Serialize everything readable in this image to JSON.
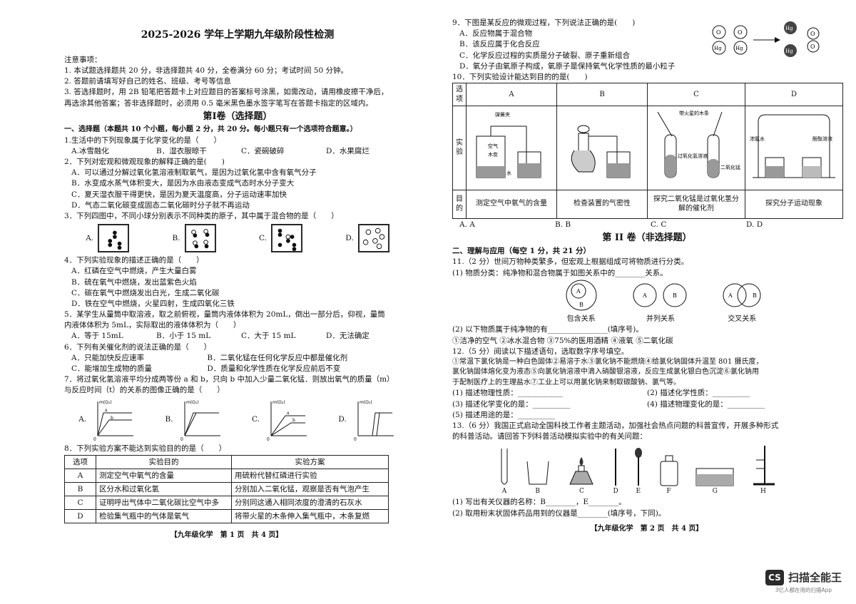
{
  "left": {
    "title": "2025-2026 学年上学期九年级阶段性检测",
    "notes_head": "注意事项：",
    "notes": [
      "1. 本试题选择题共 20 分，非选择题共 40 分，全卷满分 60 分；考试时间 50 分钟。",
      "2. 答题前请填写好自己的姓名、班级、考号等信息",
      "3. 答选择题时，用 2B 铅笔把答题卡上对应题目的答案标号涂黑，如需改动，请用橡皮擦干净后，",
      "再选涂其他答案；答非选择题时，必须用 0.5 毫米黑色墨水签字笔写在答题卡指定的区域内。"
    ],
    "part1": "第Ⅰ卷（选择题）",
    "sec1": "一、选择题（本题共 10 个小题，每小题 2 分，共 20 分。每小题只有一个选项符合题意。）",
    "q1": {
      "stem": "1.生活中的下列现象属于化学变化的是（　　）",
      "opts": [
        "A.冰雪融化",
        "B．湿衣服晾干",
        "C．瓷碗破碎",
        "D．水果腐烂"
      ]
    },
    "q2": {
      "stem": "2．下列对宏观和微观现象的解释正确的是(　　)",
      "opts": [
        "A．可以通过分解过氧化氢溶液制取氧气，是因为过氧化氢中含有氧气分子",
        "B．水变成水蒸气体积变大，是因为水由液态变成气态时水分子变大",
        "C．夏天湿衣服干得更快，是因为夏天温度高，分子运动速率加快",
        "D．气态二氧化碳变成固态二氧化碳时分子就不再运动"
      ]
    },
    "q3": {
      "stem": "3．下列四图中，不同小球分别表示不同种类的原子，其中属于混合物的是（　　）",
      "labels": [
        "A.",
        "B.",
        "C.",
        "D."
      ]
    },
    "q4": {
      "stem": "4．下列实验现象的描述正确的是（　　）",
      "opts": [
        "A．红磷在空气中燃烧，产生大量白雾",
        "B．硫在氧气中燃烧，发出蓝紫色火焰",
        "C．碳在氧气中燃烧发出白光，生成二氧化碳",
        "D．铁在空气中燃烧，火星四射，生成四氧化三铁"
      ]
    },
    "q5": {
      "stem": "5．某学生从量筒中取溶液，取之前俯视，量筒内液体体积为 20mL，倒出一部分后，仰视，量筒",
      "stem2": "内液体体积为 5mL，实际取出的液体体积为（　　）",
      "opts": [
        "A．等于 15mL",
        "B．小于 15 mL",
        "C．大于 15 mL",
        "D．无法确定"
      ]
    },
    "q6": {
      "stem": "6．下列有关催化剂的说法正确的是（　　）",
      "opts": [
        "A．只能加快反应速率",
        "B．二氧化锰在任何化学反应中都是催化剂",
        "C．能增加生成物的质量",
        "D．质量和化学性质在化学反应前后不变"
      ]
    },
    "q7": {
      "stem": "7．将过氧化氢溶液平均分成两等份 a 和 b，只向 b 中加入少量二氧化锰．则放出氧气的质量（m）",
      "stem2": "与反应时间（t）的关系的图像正确的是（　　）",
      "labels": [
        "A.",
        "B.",
        "C.",
        "D."
      ],
      "ylabel": "m(O₂)",
      "a": "a",
      "b": "b",
      "o": "0"
    },
    "q8": {
      "stem": "8．下列实验方案不能达到实验目的的是（　　）",
      "headers": [
        "选项",
        "实验目的",
        "实验方案"
      ],
      "rows": [
        [
          "A",
          "测定空气中氧气的含量",
          "用硫粉代替红磷进行实验"
        ],
        [
          "B",
          "区分水和过氧化氢",
          "分别加入二氧化锰，观察是否有气泡产生"
        ],
        [
          "C",
          "证明呼出气体中二氧化碳比空气中多",
          "分别同这通入相同浓度的澄清的石灰水"
        ],
        [
          "D",
          "检验集气瓶中的气体是氧气",
          "将带火星的木条伸入集气瓶中，木条复燃"
        ]
      ]
    },
    "footer": "【九年级化学　第 1 页　共 4 页】"
  },
  "right": {
    "q9": {
      "stem": "9．下图是某反应的微观过程，下列说法正确的是(　　)",
      "opts": [
        "A．反应物属于混合物",
        "B．该反应属于化合反应",
        "C．化学反应过程的实质是分子破裂、原子重新组合",
        "D．氧分子由氧原子构成，氧原子是保持氧气化学性质的最小粒子"
      ],
      "atom_o": "O",
      "atom_hg": "Hg"
    },
    "q10": {
      "stem": "10．下列实验设计能达到目的的是(　　)",
      "headers": [
        "选项",
        "A",
        "B",
        "C",
        "D"
      ],
      "row_exp": "实验",
      "row_goal": "目的",
      "goals": [
        "测定空气中氧气的含量",
        "检查装置的气密性",
        "探究二氧化锰是过氧化氢分解的催化剂",
        "探究分子运动现象"
      ],
      "labels_a": [
        "弹簧夹",
        "空气",
        "木炭",
        "水"
      ],
      "labels_c": [
        "带火星的木条",
        "过氧化氢溶液",
        "二氧化锰"
      ],
      "labels_d": [
        "浓氨水",
        "酚酞溶液"
      ],
      "answers": [
        "A. A",
        "B. B",
        "C. C",
        "D. D"
      ]
    },
    "part2": "第 II 卷（非选择题）",
    "sec2": "二、理解与应用（每空 1 分，共 21 分）",
    "q11": {
      "stem": "11.（2 分）世间万物种类繁多，但宏观上根据组成可将物质进行分类。",
      "sub1": "(1) 物质分类：纯净物和混合物属于如图关系中的________关系。",
      "rel": [
        "包含关系",
        "并列关系",
        "交叉关系"
      ],
      "A": "A",
      "B": "B",
      "sub2": "(2) 以下物质属于纯净物的有________________(填序号)。",
      "items": "①洁净的空气 ②冰水混合物 ③75%的医用酒精 ④液氧 ⑤二氧化碳"
    },
    "q12": {
      "stem": "12.（5 分）阅读以下描述语句，选取数字序号填空。",
      "text1": "①常温下氯化钠是一种白色固体②易溶于水③氯化钠不能燃烧④给氯化钠固体升温至 801 摄氏度，",
      "text2": "氯化钠固体熔化变为液态⑤向氯化钠溶液中滴入硝酸银溶液，反应生成氯化银白色沉淀⑥氯化钠用",
      "text3": "于配制医疗上的生理盐水⑦工业上可以用氯化钠来制取碳酸钠、氯气等。",
      "asks": [
        "(1) 描述物理性质：____________",
        "(2) 描述化学性质：__________",
        "(3) 描述化学变化的是：__________",
        "(4) 描述物理变化的是：__________",
        "(5) 描述用途的是：__________"
      ]
    },
    "q13": {
      "stem": "13.（6 分）我国正式启动全国科技工作者主题活动，加强社会热点问题的科普宣传，开展多种形式",
      "stem2": "的科普活动。请回答下列科普活动模拟实验中的有关问题：",
      "letters": [
        "A",
        "B",
        "C",
        "D",
        "E",
        "F",
        "G",
        "H"
      ],
      "sub1": "(1) 写出有关仪器的名称：B________，E________。",
      "sub2": "(2) 取用粉末状固体药品用到的仪器是________(填序号，下同)。"
    },
    "footer": "【九年级化学　第 2 页　共 4 页】"
  },
  "watermark": {
    "logo": "CS",
    "name": "扫描全能王",
    "tag": "3亿人都在用的扫描App"
  }
}
